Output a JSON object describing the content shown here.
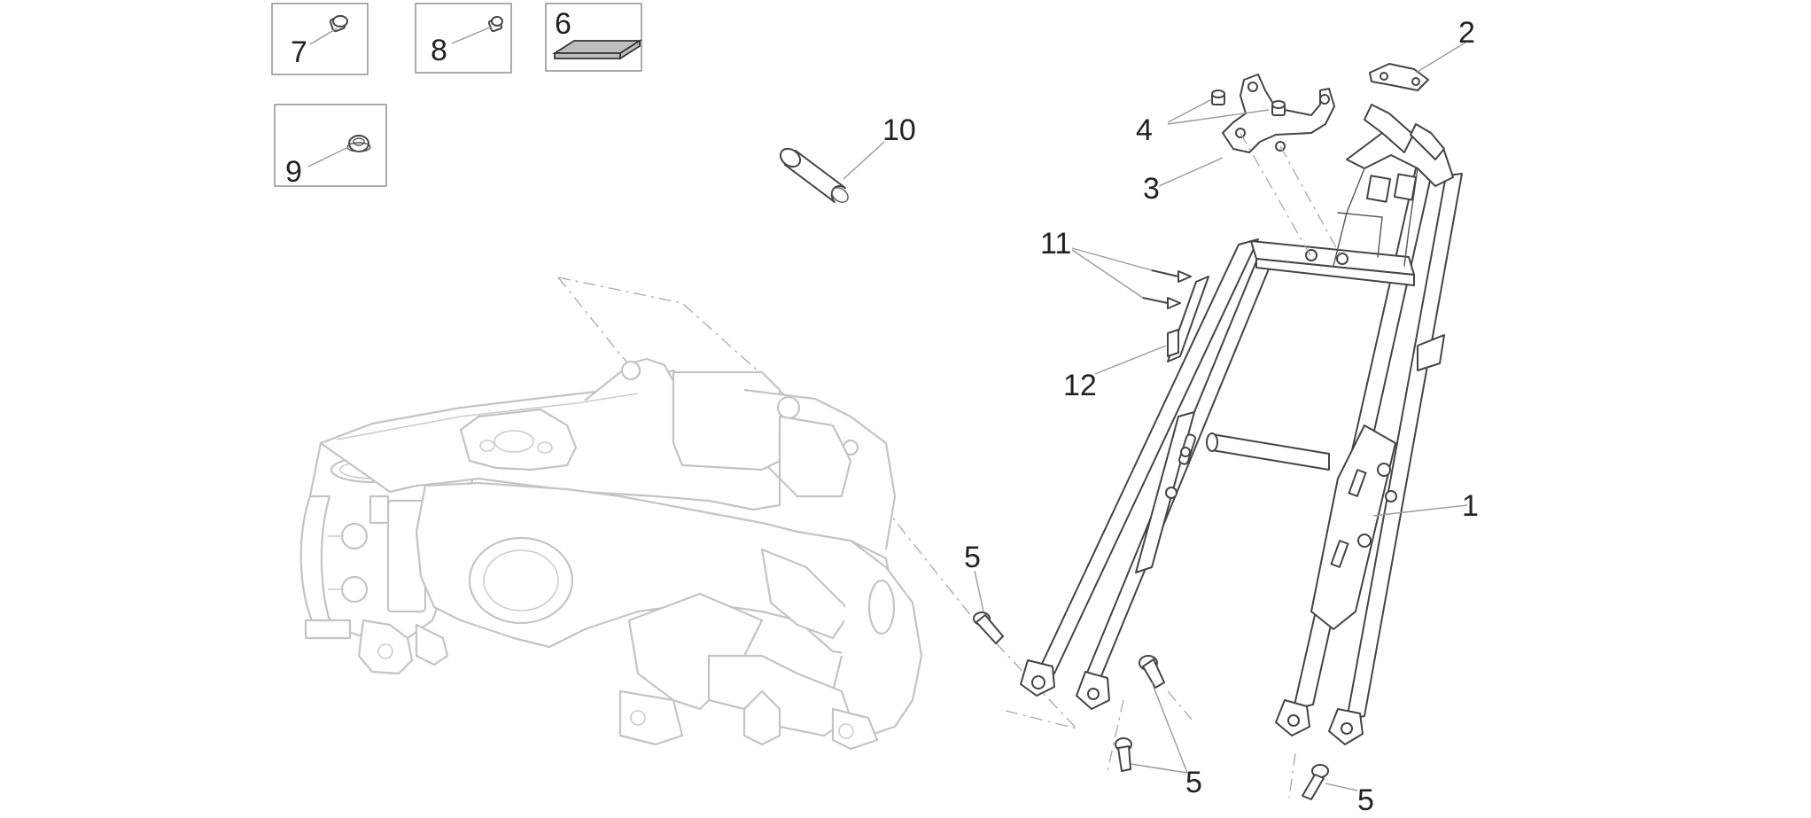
{
  "diagram": {
    "callouts": {
      "c1": "1",
      "c2": "2",
      "c3": "3",
      "c4": "4",
      "c5a": "5",
      "c5b": "5",
      "c5c": "5",
      "c6": "6",
      "c7": "7",
      "c8": "8",
      "c9": "9",
      "c10": "10",
      "c11": "11",
      "c12": "12"
    },
    "colors": {
      "part_outline": "#444444",
      "main_frame_ghost": "#c4c4c4",
      "leader_line": "#9a9a9a",
      "pad_fill": "#bdbdbd"
    }
  }
}
